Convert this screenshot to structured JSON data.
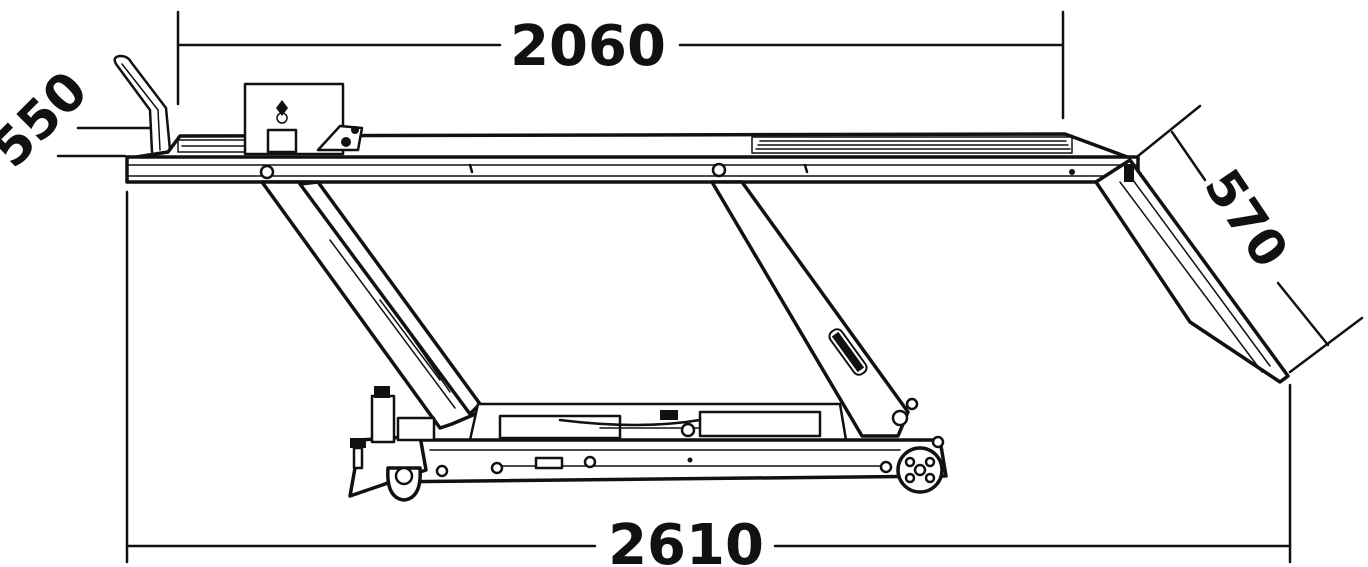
{
  "dimensions": {
    "top_length": "2060",
    "overall_length": "2610",
    "platform_height": "550",
    "ramp_length": "570"
  },
  "colors": {
    "line": "#111111",
    "background": "#ffffff"
  }
}
